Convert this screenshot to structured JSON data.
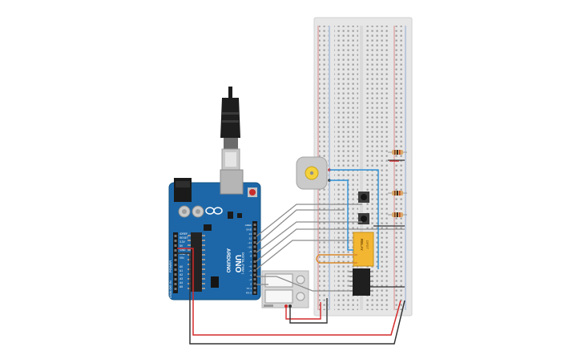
{
  "arduino": {
    "brand": "ARDUINO",
    "model": "UNO",
    "header_top": [
      "AREF",
      "GND",
      "13",
      "12",
      "~11",
      "~10",
      "~9",
      "8",
      "7",
      "~6",
      "~5",
      "4",
      "~3",
      "2",
      "TX 1",
      "RX 0"
    ],
    "header_bottom": [
      "IOREF",
      "RESET",
      "3.3V",
      "5V",
      "GND",
      "GND",
      "VIN",
      "A0",
      "A1",
      "A2",
      "A3",
      "A4",
      "A5"
    ],
    "power_label": "POWER",
    "analog_label": "ANALOG IN",
    "digital_label": "DIGITAL (PWM~)"
  },
  "relay_ic": {
    "label_1": "RELAY",
    "label_2": "DPDT"
  },
  "colors": {
    "board_blue": "#1d67a8",
    "breadboard": "#e8e8e8",
    "wire_gray": "#8c8c8c",
    "wire_red": "#d42a2a",
    "wire_black": "#333333",
    "wire_blue": "#2c8fd6",
    "wire_orange": "#d9892b",
    "relay_yellow": "#f2b632",
    "motor_yellow": "#f4d23c"
  },
  "icons": {
    "usb": "usb-cable-icon",
    "motor": "dc-motor-icon",
    "button": "push-button-icon"
  }
}
